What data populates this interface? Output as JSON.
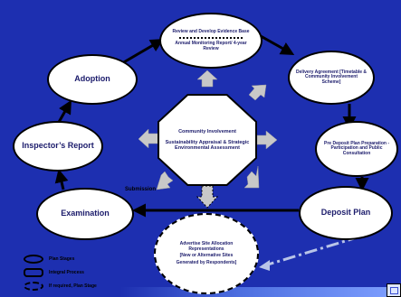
{
  "stages": {
    "adoption": "Adoption",
    "inspectors_report": "Inspector’s Report",
    "examination": "Examination",
    "deposit_plan": "Deposit Plan",
    "pre_deposit": "Pre Deposit Plan Preparation - Participation and Public Consultation",
    "delivery_agreement": "Delivery Agreement [Timetable & Community Involvement Scheme]",
    "review_top": "Review and Develop Evidence Base",
    "review_bottom": "Annual Monitoring Report/ 4-year Review"
  },
  "integral": {
    "line1": "Community Involvement",
    "line2": "Sustainability Appraisal & Strategic Environmental Assessment"
  },
  "advertise": {
    "line1": "Advertise Site Allocation Representations",
    "line2": "[New or Alternative Sites",
    "line3": "Generated by Respondents]"
  },
  "submission_label": "Submission",
  "legend": {
    "plan_stages": "Plan Stages",
    "integral_process": "Integral Process",
    "if_required": "If required, Plan Stage"
  },
  "colors": {
    "background": "#1d2fb0",
    "node_fill": "#ffffff",
    "arrow_black": "#000000",
    "arrow_grey": "#c8c8c8"
  }
}
